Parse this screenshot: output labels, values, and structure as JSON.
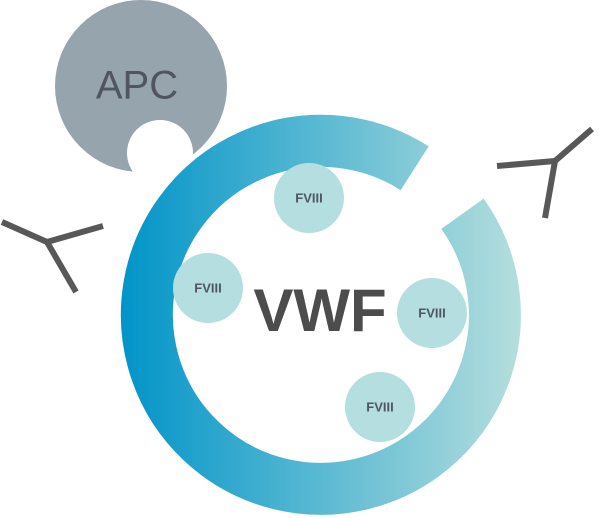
{
  "apc": {
    "label": "APC",
    "color": "#96a4ae"
  },
  "vwf": {
    "label": "VWF",
    "gradient": [
      "#0094c8",
      "#b5dedd"
    ]
  },
  "fviii": [
    {
      "label": "FVIII"
    },
    {
      "label": "FVIII"
    },
    {
      "label": "FVIII"
    },
    {
      "label": "FVIII"
    }
  ],
  "colors": {
    "fviii_fill": "#b4dee0",
    "antibody": "#585858",
    "label_text": "#4c4c4c"
  },
  "icons": {
    "antibody_left": "antibody-y-icon",
    "antibody_right": "antibody-y-icon"
  }
}
